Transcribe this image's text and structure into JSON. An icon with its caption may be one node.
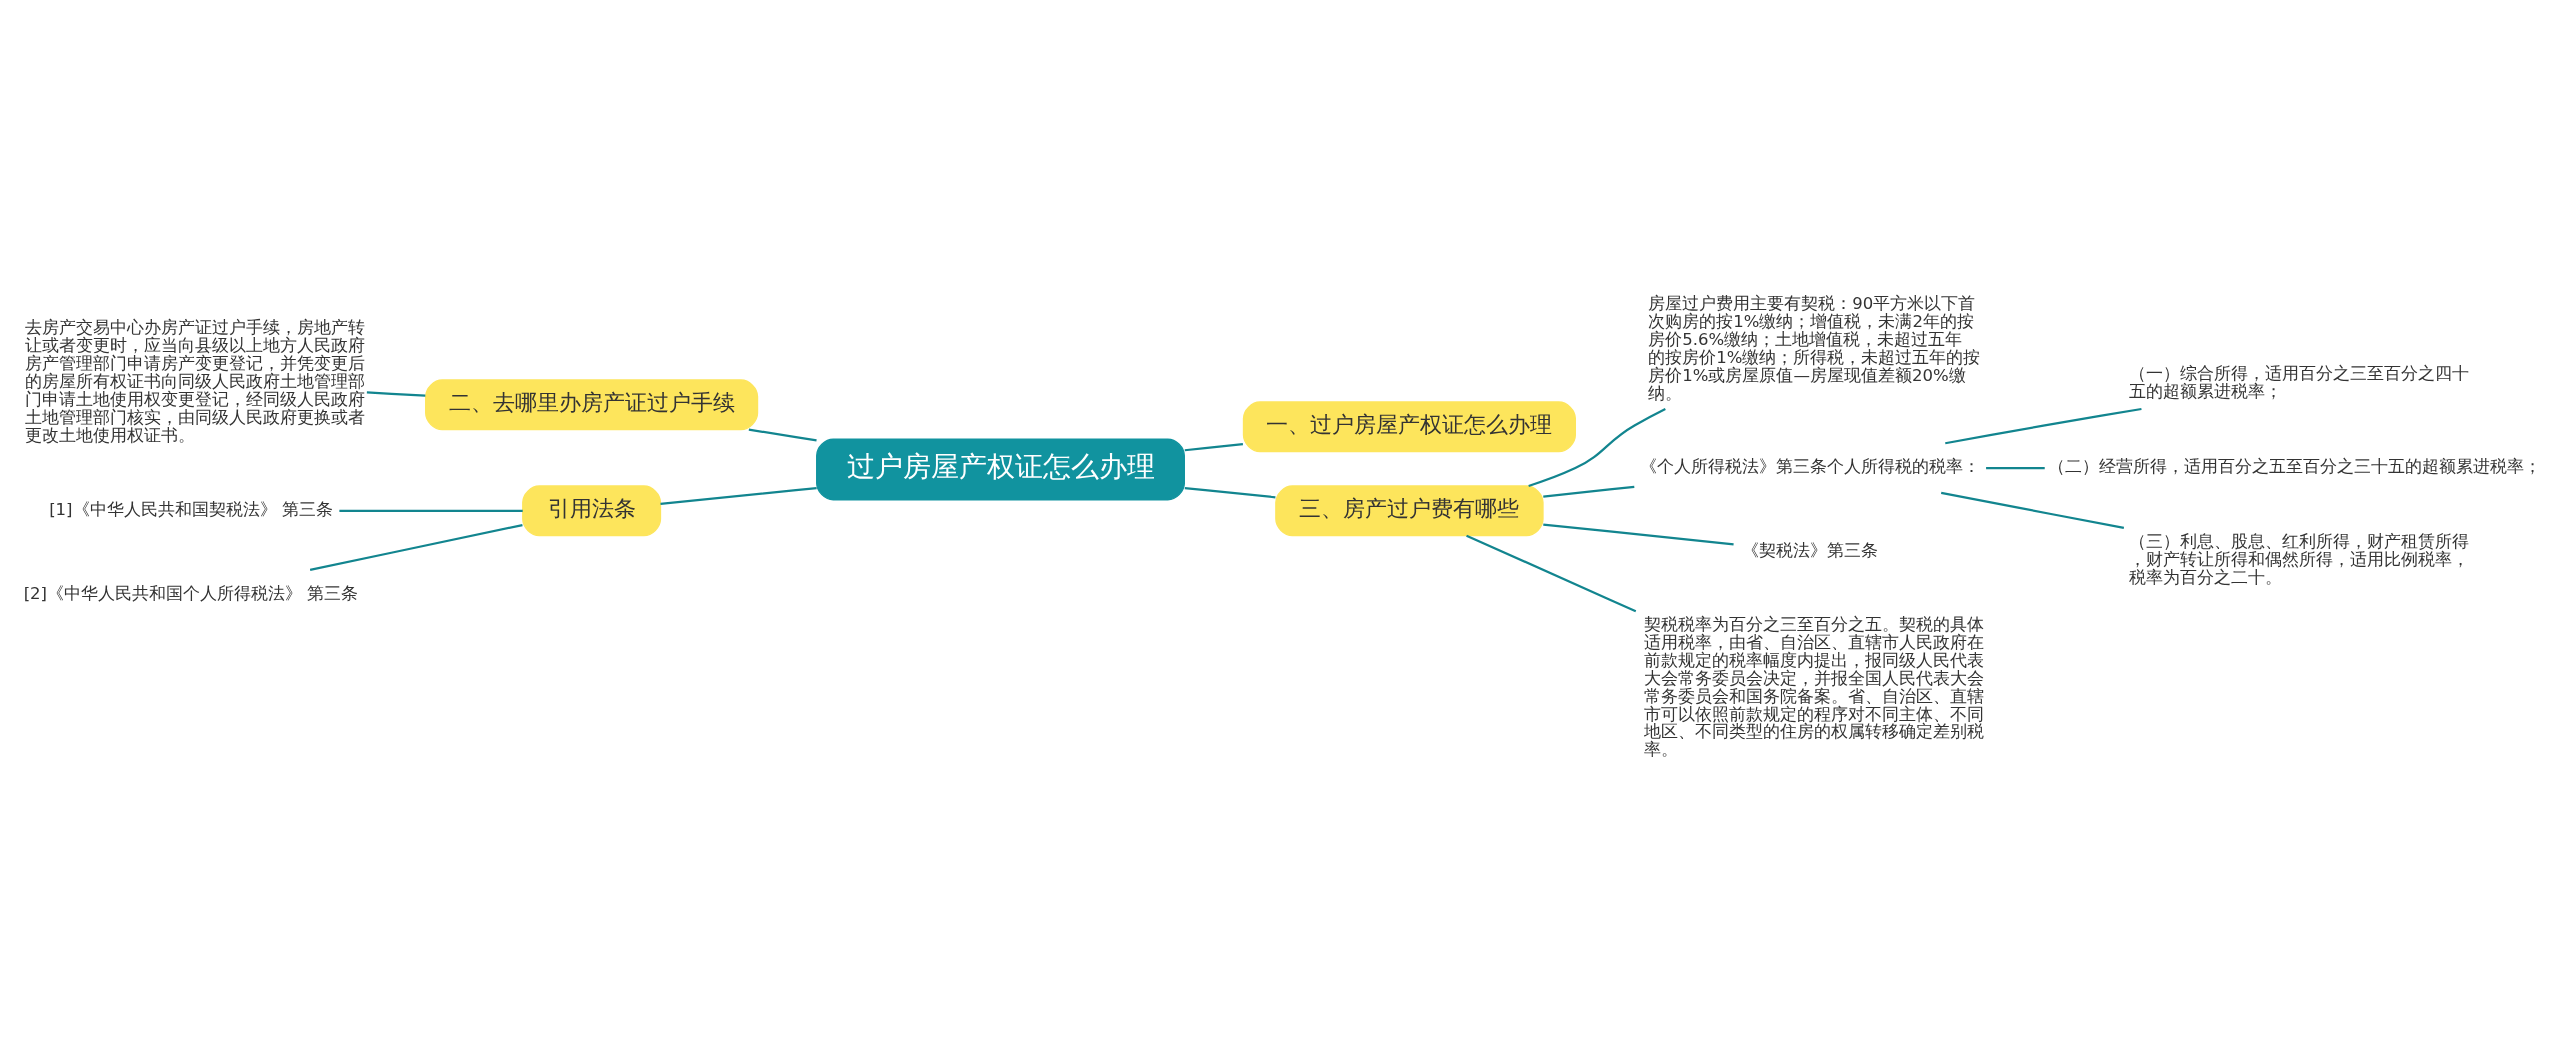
{
  "diagram": {
    "nodes": [
      {
        "text": [
          "过户房屋产权证怎么办理"
        ]
      },
      {
        "text": [
          "一、过户房屋产权证怎么办理"
        ]
      },
      {
        "text": [
          "二、去哪里办房产证过户手续"
        ]
      },
      {
        "text": [
          "去房产交易中心办房产证过户手续，房地产转让或者变更时，应当向县级以上地方人民政府房产管理部门申请房产变更登记，并凭变更后的房屋所有权证书向同级人民政府土地管理部门申请土地使用权变更登记，经同级人民政府土地管理部门核实，由同级人民政府更换或者更改土地使用权证书。"
        ]
      },
      {
        "text": [
          "引用法条"
        ]
      },
      {
        "text": [
          "[1]《中华人民共和国契税法》 第三条"
        ]
      },
      {
        "text": [
          "[2]《中华人民共和国个人所得税法》 第三条"
        ]
      },
      {
        "text": [
          "三、房产过户费有哪些"
        ]
      },
      {
        "text": [
          "房屋过户费用主要有契税：90平方米以下首次购房的按1%缴纳；增值税，未满2年的按房价5.6%缴纳；土地增值税，未超过五年的按房价1%缴纳；所得税，未超过五年的按房价1%或房屋原值—房屋现值差额20%缴纳。"
        ]
      },
      {
        "text": [
          "《个人所得税法》第三条个人所得税的税率："
        ]
      },
      {
        "text": [
          "（一）综合所得，适用百分之三至百分之四十五的超额累进税率；"
        ]
      },
      {
        "text": [
          "（二）经营所得，适用百分之五至百分之三十五的超额累进税率；"
        ]
      },
      {
        "text": [
          "（三）利息、股息、红利所得，财产租赁所得，财产转让所得和偶然所得，适用比例税率，税率为百分之二十。"
        ]
      },
      {
        "text": [
          "《契税法》第三条"
        ]
      },
      {
        "text": [
          "契税税率为百分之三至百分之五。契税的具体适用税率，由省、自治区、直辖市人民政府在前款规定的税率幅度内提出，报同级人民代表大会常务委员会决定，并报全国人民代表大会常务委员会和国务院备案。省、自治区、直辖市可以依照前款规定的程序对不同主体、不同地区、不同类型的住房的权属转移确定差别税率。"
        ]
      }
    ],
    "edges": [
      {
        "from": 0,
        "to": 1,
        "arrow": "none"
      },
      {
        "from": 0,
        "to": 2,
        "arrow": "none"
      },
      {
        "from": 2,
        "to": 3,
        "arrow": "none"
      },
      {
        "from": 0,
        "to": 4,
        "arrow": "none"
      },
      {
        "from": 4,
        "to": 5,
        "arrow": "none"
      },
      {
        "from": 4,
        "to": 6,
        "arrow": "none"
      },
      {
        "from": 0,
        "to": 7,
        "arrow": "none"
      },
      {
        "from": 7,
        "to": 8,
        "arrow": "none"
      },
      {
        "from": 7,
        "to": 9,
        "arrow": "none"
      },
      {
        "from": 9,
        "to": 10,
        "arrow": "none"
      },
      {
        "from": 9,
        "to": 11,
        "arrow": "none"
      },
      {
        "from": 9,
        "to": 12,
        "arrow": "none"
      },
      {
        "from": 7,
        "to": 13,
        "arrow": "none"
      },
      {
        "from": 7,
        "to": 14,
        "arrow": "none"
      }
    ]
  }
}
